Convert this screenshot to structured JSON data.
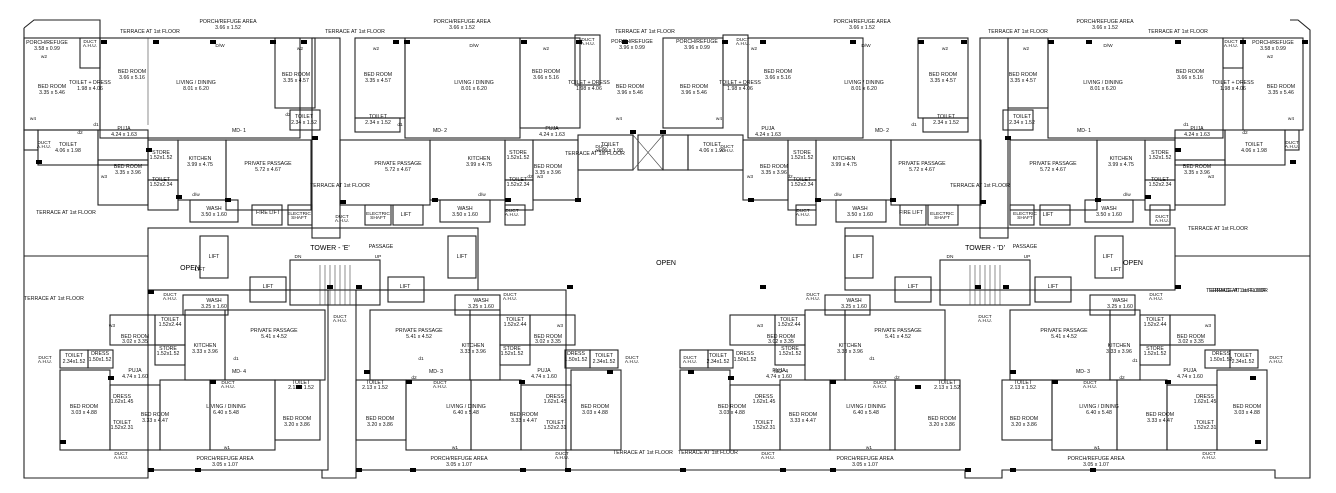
{
  "labels": [
    {
      "t": "TERRACE AT 1st FLOOR"
    },
    {
      "t": "PORCH/REFUGE AREA"
    },
    {
      "t": "3.66 x 1.52"
    },
    {
      "t": "TERRACE AT 1st FLOOR"
    },
    {
      "t": "PORCH/REFUGE AREA"
    },
    {
      "t": "3.66 x 1.52"
    },
    {
      "t": "TERRACE AT 1st FLOOR"
    },
    {
      "t": "PORCH/REFUGE AREA"
    },
    {
      "t": "3.66 x 1.52"
    },
    {
      "t": "TERRACE AT 1st FLOOR"
    },
    {
      "t": "PORCH/REFUGE AREA"
    },
    {
      "t": "3.66 x 1.52"
    },
    {
      "t": "TERRACE AT 1st FLOOR"
    },
    {
      "t": "PORCH/REFUGE"
    },
    {
      "t": "3.58 x 0.99"
    },
    {
      "t": "PORCH/REFUGE"
    },
    {
      "t": "3.96 x 0.99"
    },
    {
      "t": "PORCH/REFUGE"
    },
    {
      "t": "3.96 x 0.99"
    },
    {
      "t": "PORCH/REFUGE"
    },
    {
      "t": "3.58 x 0.99"
    },
    {
      "t": "BED ROOM"
    },
    {
      "t": "3.35 x 5.46"
    },
    {
      "t": "BED ROOM"
    },
    {
      "t": "3.66 x 5.16"
    },
    {
      "t": "LIVING / DINING"
    },
    {
      "t": "8.01 x 6.20"
    },
    {
      "t": "BED ROOM"
    },
    {
      "t": "3.35 x 4.57"
    },
    {
      "t": "BED ROOM"
    },
    {
      "t": "3.35 x 4.57"
    },
    {
      "t": "LIVING / DINING"
    },
    {
      "t": "8.01 x 6.20"
    },
    {
      "t": "BED ROOM"
    },
    {
      "t": "3.66 x 5.16"
    },
    {
      "t": "BED ROOM"
    },
    {
      "t": "3.96 x 5.46"
    },
    {
      "t": "BED ROOM"
    },
    {
      "t": "3.96 x 5.46"
    },
    {
      "t": "BED ROOM"
    },
    {
      "t": "3.66 x 5.16"
    },
    {
      "t": "LIVING / DINING"
    },
    {
      "t": "8.01 x 6.20"
    },
    {
      "t": "BED ROOM"
    },
    {
      "t": "3.35 x 4.57"
    },
    {
      "t": "BED ROOM"
    },
    {
      "t": "3.35 x 4.57"
    },
    {
      "t": "LIVING / DINING"
    },
    {
      "t": "8.01 x 6.20"
    },
    {
      "t": "BED ROOM"
    },
    {
      "t": "3.66 x 5.16"
    },
    {
      "t": "BED ROOM"
    },
    {
      "t": "3.35 x 5.46"
    },
    {
      "t": "TOILET + DRESS"
    },
    {
      "t": "1.98 x 4.06"
    },
    {
      "t": "TOILET + DRESS"
    },
    {
      "t": "1.98 x 4.06"
    },
    {
      "t": "TOILET + DRESS"
    },
    {
      "t": "1.98 x 4.06"
    },
    {
      "t": "TOILET + DRESS"
    },
    {
      "t": "1.98 x 4.06"
    },
    {
      "t": "TOILET"
    },
    {
      "t": "2.34 x 1.52"
    },
    {
      "t": "TOILET"
    },
    {
      "t": "2.34 x 1.52"
    },
    {
      "t": "TOILET"
    },
    {
      "t": "2.34 x 1.52"
    },
    {
      "t": "TOILET"
    },
    {
      "t": "2.34 x 1.52"
    },
    {
      "t": "PUJA"
    },
    {
      "t": "4.24 x 1.63"
    },
    {
      "t": "PUJA"
    },
    {
      "t": "4.24 x 1.63"
    },
    {
      "t": "PUJA"
    },
    {
      "t": "4.24 x 1.63"
    },
    {
      "t": "PUJA"
    },
    {
      "t": "4.24 x 1.63"
    },
    {
      "t": "TOILET"
    },
    {
      "t": "4.06 x 1.98"
    },
    {
      "t": "TOILET"
    },
    {
      "t": "4.06 x 1.98"
    },
    {
      "t": "TOILET"
    },
    {
      "t": "4.06 x 1.98"
    },
    {
      "t": "TOILET"
    },
    {
      "t": "4.06 x 1.98"
    },
    {
      "t": "BED ROOM"
    },
    {
      "t": "3.35 x 3.96"
    },
    {
      "t": "BED ROOM"
    },
    {
      "t": "3.35 x 3.96"
    },
    {
      "t": "BED ROOM"
    },
    {
      "t": "3.35 x 3.96"
    },
    {
      "t": "BED ROOM"
    },
    {
      "t": "3.35 x 3.96"
    },
    {
      "t": "STORE"
    },
    {
      "t": "1.52x1.52"
    },
    {
      "t": "TOILET"
    },
    {
      "t": "1.52x2.34"
    },
    {
      "t": "STORE"
    },
    {
      "t": "1.52x1.52"
    },
    {
      "t": "TOILET"
    },
    {
      "t": "1.52x2.34"
    },
    {
      "t": "STORE"
    },
    {
      "t": "1.52x1.52"
    },
    {
      "t": "TOILET"
    },
    {
      "t": "1.52x2.34"
    },
    {
      "t": "STORE"
    },
    {
      "t": "1.52x1.52"
    },
    {
      "t": "TOILET"
    },
    {
      "t": "1.52x2.34"
    },
    {
      "t": "KITCHEN"
    },
    {
      "t": "3.99 x 4.75"
    },
    {
      "t": "KITCHEN"
    },
    {
      "t": "3.99 x 4.75"
    },
    {
      "t": "KITCHEN"
    },
    {
      "t": "3.99 x 4.75"
    },
    {
      "t": "KITCHEN"
    },
    {
      "t": "3.99 x 4.75"
    },
    {
      "t": "PRIVATE PASSAGE"
    },
    {
      "t": "5.72 x 4.67"
    },
    {
      "t": "PRIVATE PASSAGE"
    },
    {
      "t": "5.72 x 4.67"
    },
    {
      "t": "PRIVATE PASSAGE"
    },
    {
      "t": "5.72 x 4.67"
    },
    {
      "t": "PRIVATE PASSAGE"
    },
    {
      "t": "5.72 x 4.67"
    },
    {
      "t": "WASH"
    },
    {
      "t": "3.50 x 1.60"
    },
    {
      "t": "WASH"
    },
    {
      "t": "3.50 x 1.60"
    },
    {
      "t": "WASH"
    },
    {
      "t": "3.50 x 1.60"
    },
    {
      "t": "WASH"
    },
    {
      "t": "3.50 x 1.60"
    },
    {
      "t": "MD- 1"
    },
    {
      "t": "MD- 2"
    },
    {
      "t": "MD- 2"
    },
    {
      "t": "MD- 1"
    },
    {
      "t": "FIRE LIFT"
    },
    {
      "t": "LIFT"
    },
    {
      "t": "LIFT"
    },
    {
      "t": "FIRE LIFT"
    },
    {
      "t": "TERRACE AT 1st FLOOR"
    },
    {
      "t": "TERRACE AT 1st FLOOR"
    },
    {
      "t": "TERRACE AT 1st FLOOR"
    },
    {
      "t": "TERRACE AT 1st FLOOR"
    },
    {
      "t": "TERRACE AT 1st FLOOR"
    },
    {
      "t": "TERRACE AT 1st FLOOR"
    },
    {
      "t": "TOWER - 'E'"
    },
    {
      "t": "PASSAGE"
    },
    {
      "t": "TOWER - 'D'"
    },
    {
      "t": "PASSAGE"
    },
    {
      "t": "OPEN"
    },
    {
      "t": "OPEN"
    },
    {
      "t": "OPEN"
    },
    {
      "t": "LIFT"
    },
    {
      "t": "LIFT"
    },
    {
      "t": "LIFT"
    },
    {
      "t": "LIFT"
    },
    {
      "t": "LIFT"
    },
    {
      "t": "LIFT"
    },
    {
      "t": "LIFT"
    },
    {
      "t": "LIFT"
    },
    {
      "t": "LIFT"
    },
    {
      "t": "LIFT"
    },
    {
      "t": "WASH"
    },
    {
      "t": "3.25 x 1.60"
    },
    {
      "t": "WASH"
    },
    {
      "t": "3.25 x 1.60"
    },
    {
      "t": "WASH"
    },
    {
      "t": "3.25 x 1.60"
    },
    {
      "t": "WASH"
    },
    {
      "t": "3.25 x 1.60"
    },
    {
      "t": "TOILET"
    },
    {
      "t": "1.52x2.44"
    },
    {
      "t": "TOILET"
    },
    {
      "t": "1.52x2.44"
    },
    {
      "t": "TOILET"
    },
    {
      "t": "1.52x2.44"
    },
    {
      "t": "TOILET"
    },
    {
      "t": "1.52x2.44"
    },
    {
      "t": "BED ROOM"
    },
    {
      "t": "3.02 x 3.35"
    },
    {
      "t": "BED ROOM"
    },
    {
      "t": "3.02 x 3.35"
    },
    {
      "t": "BED ROOM"
    },
    {
      "t": "3.02 x 3.35"
    },
    {
      "t": "BED ROOM"
    },
    {
      "t": "3.02 x 3.35"
    },
    {
      "t": "KITCHEN"
    },
    {
      "t": "3.33 x 3.96"
    },
    {
      "t": "KITCHEN"
    },
    {
      "t": "3.33 x 3.96"
    },
    {
      "t": "KITCHEN"
    },
    {
      "t": "3.33 x 3.96"
    },
    {
      "t": "KITCHEN"
    },
    {
      "t": "3.33 x 3.96"
    },
    {
      "t": "PRIVATE PASSAGE"
    },
    {
      "t": "5.41 x 4.52"
    },
    {
      "t": "PRIVATE PASSAGE"
    },
    {
      "t": "5.41 x 4.52"
    },
    {
      "t": "PRIVATE PASSAGE"
    },
    {
      "t": "5.41 x 4.52"
    },
    {
      "t": "PRIVATE PASSAGE"
    },
    {
      "t": "5.41 x 4.52"
    },
    {
      "t": "STORE"
    },
    {
      "t": "1.52x1.52"
    },
    {
      "t": "STORE"
    },
    {
      "t": "1.52x1.52"
    },
    {
      "t": "STORE"
    },
    {
      "t": "1.52x1.52"
    },
    {
      "t": "STORE"
    },
    {
      "t": "1.52x1.52"
    },
    {
      "t": "TOILET"
    },
    {
      "t": "2.34x1.52"
    },
    {
      "t": "TOILET"
    },
    {
      "t": "2.34x1.52"
    },
    {
      "t": "TOILET"
    },
    {
      "t": "2.34x1.52"
    },
    {
      "t": "TOILET"
    },
    {
      "t": "2.34x1.52"
    },
    {
      "t": "DRESS"
    },
    {
      "t": "1.50x1.52"
    },
    {
      "t": "DRESS"
    },
    {
      "t": "1.50x1.52"
    },
    {
      "t": "DRESS"
    },
    {
      "t": "1.50x1.52"
    },
    {
      "t": "DRESS"
    },
    {
      "t": "1.50x1.52"
    },
    {
      "t": "PUJA"
    },
    {
      "t": "4.74 x 1.60"
    },
    {
      "t": "PUJA"
    },
    {
      "t": "4.74 x 1.60"
    },
    {
      "t": "PUJA"
    },
    {
      "t": "4.74 x 1.60"
    },
    {
      "t": "PUJA"
    },
    {
      "t": "4.74 x 1.60"
    },
    {
      "t": "MD- 4"
    },
    {
      "t": "MD- 3"
    },
    {
      "t": "MD- 4"
    },
    {
      "t": "MD- 3"
    },
    {
      "t": "TOILET"
    },
    {
      "t": "2.13 x 1.52"
    },
    {
      "t": "TOILET"
    },
    {
      "t": "2.13 x 1.52"
    },
    {
      "t": "TOILET"
    },
    {
      "t": "2.13 x 1.52"
    },
    {
      "t": "TOILET"
    },
    {
      "t": "2.13 x 1.52"
    },
    {
      "t": "BED ROOM"
    },
    {
      "t": "3.03 x 4.88"
    },
    {
      "t": "BED ROOM"
    },
    {
      "t": "3.03 x 4.88"
    },
    {
      "t": "BED ROOM"
    },
    {
      "t": "3.03 x 4.88"
    },
    {
      "t": "BED ROOM"
    },
    {
      "t": "3.03 x 4.88"
    },
    {
      "t": "DRESS"
    },
    {
      "t": "1.62x1.45"
    },
    {
      "t": "DRESS"
    },
    {
      "t": "1.62x1.45"
    },
    {
      "t": "DRESS"
    },
    {
      "t": "1.62x1.45"
    },
    {
      "t": "DRESS"
    },
    {
      "t": "1.62x1.45"
    },
    {
      "t": "TOILET"
    },
    {
      "t": "1.52x2.31"
    },
    {
      "t": "TOILET"
    },
    {
      "t": "1.52x2.31"
    },
    {
      "t": "TOILET"
    },
    {
      "t": "1.52x2.31"
    },
    {
      "t": "TOILET"
    },
    {
      "t": "1.52x2.31"
    },
    {
      "t": "BED ROOM"
    },
    {
      "t": "3.33 x 4.47"
    },
    {
      "t": "BED ROOM"
    },
    {
      "t": "3.33 x 4.47"
    },
    {
      "t": "BED ROOM"
    },
    {
      "t": "3.33 x 4.47"
    },
    {
      "t": "BED ROOM"
    },
    {
      "t": "3.33 x 4.47"
    },
    {
      "t": "LIVING / DINING"
    },
    {
      "t": "6.40 x 5.48"
    },
    {
      "t": "LIVING / DINING"
    },
    {
      "t": "6.40 x 5.48"
    },
    {
      "t": "LIVING / DINING"
    },
    {
      "t": "6.40 x 5.48"
    },
    {
      "t": "LIVING / DINING"
    },
    {
      "t": "6.40 x 5.48"
    },
    {
      "t": "BED ROOM"
    },
    {
      "t": "3.20 x 3.86"
    },
    {
      "t": "BED ROOM"
    },
    {
      "t": "3.20 x 3.86"
    },
    {
      "t": "BED ROOM"
    },
    {
      "t": "3.20 x 3.86"
    },
    {
      "t": "BED ROOM"
    },
    {
      "t": "3.20 x 3.86"
    },
    {
      "t": "PORCH/REFUGE AREA"
    },
    {
      "t": "3.05 x 1.07"
    },
    {
      "t": "PORCH/REFUGE AREA"
    },
    {
      "t": "3.05 x 1.07"
    },
    {
      "t": "PORCH/REFUGE AREA"
    },
    {
      "t": "3.05 x 1.07"
    },
    {
      "t": "PORCH/REFUGE AREA"
    },
    {
      "t": "3.05 x 1.07"
    },
    {
      "t": "TERRACE AT 1st FLOOR"
    },
    {
      "t": "TERRACE AT 1st FLOOR"
    },
    {
      "t": "TERRACE AT 1st FLOOR"
    },
    {
      "t": "TERRACE AT 1st FLOOR"
    }
  ],
  "small_labels": [
    {
      "t": "DUCT A.H.U."
    },
    {
      "t": "DUCT A.H.U."
    },
    {
      "t": "DUCT A.H.U."
    },
    {
      "t": "DUCT A.H.U."
    },
    {
      "t": "DUCT A.H.U."
    },
    {
      "t": "DUCT A.H.U."
    },
    {
      "t": "DUCT A.H.U."
    },
    {
      "t": "DUCT A.H.U."
    },
    {
      "t": "ELECTRIC SHAFT"
    },
    {
      "t": "ELECTRIC SHAFT"
    },
    {
      "t": "ELECTRIC SHAFT"
    },
    {
      "t": "ELECTRIC SHAFT"
    },
    {
      "t": "DUCT A.H.U."
    },
    {
      "t": "DUCT A.H.U."
    },
    {
      "t": "DUCT A.H.U."
    },
    {
      "t": "DUCT A.H.U."
    },
    {
      "t": "DUCT A.H.U."
    },
    {
      "t": "DUCT A.H.U."
    },
    {
      "t": "DUCT A.H.U."
    },
    {
      "t": "DUCT A.H.U."
    },
    {
      "t": "DUCT A.H.U."
    },
    {
      "t": "DUCT A.H.U."
    },
    {
      "t": "DUCT A.H.U."
    },
    {
      "t": "DUCT A.H.U."
    },
    {
      "t": "DUCT A.H.U."
    },
    {
      "t": "DUCT A.H.U."
    },
    {
      "t": "DUCT A.H.U."
    },
    {
      "t": "DUCT A.H.U."
    },
    {
      "t": "DUCT A.H.U."
    },
    {
      "t": "DUCT A.H.U."
    },
    {
      "t": "DUCT A.H.U."
    },
    {
      "t": "DUCT A.H.U."
    },
    {
      "t": "DUCT A.H.U."
    },
    {
      "t": "DUCT A.H.U."
    }
  ],
  "marks": [
    {
      "t": "D/W"
    },
    {
      "t": "D/W"
    },
    {
      "t": "D/W"
    },
    {
      "t": "D/W"
    },
    {
      "t": "w2"
    },
    {
      "t": "w2"
    },
    {
      "t": "w2"
    },
    {
      "t": "w2"
    },
    {
      "t": "w2"
    },
    {
      "t": "w2"
    },
    {
      "t": "w2"
    },
    {
      "t": "w2"
    },
    {
      "t": "w4"
    },
    {
      "t": "w4"
    },
    {
      "t": "w4"
    },
    {
      "t": "w4"
    },
    {
      "t": "w3"
    },
    {
      "t": "w3"
    },
    {
      "t": "w3"
    },
    {
      "t": "w3"
    },
    {
      "t": "w3"
    },
    {
      "t": "w3"
    },
    {
      "t": "w3"
    },
    {
      "t": "w3"
    },
    {
      "t": "w1"
    },
    {
      "t": "w1"
    },
    {
      "t": "w1"
    },
    {
      "t": "w1"
    },
    {
      "t": "d1"
    },
    {
      "t": "d1"
    },
    {
      "t": "d1"
    },
    {
      "t": "d1"
    },
    {
      "t": "d1"
    },
    {
      "t": "d1"
    },
    {
      "t": "d1"
    },
    {
      "t": "d1"
    },
    {
      "t": "d2"
    },
    {
      "t": "d2"
    },
    {
      "t": "d2"
    },
    {
      "t": "d2"
    },
    {
      "t": "d2"
    },
    {
      "t": "d2"
    },
    {
      "t": "d2"
    },
    {
      "t": "d2"
    },
    {
      "t": "d/w"
    },
    {
      "t": "d/w"
    },
    {
      "t": "d/w"
    },
    {
      "t": "d/w"
    },
    {
      "t": "DN"
    },
    {
      "t": "UP"
    },
    {
      "t": "DN"
    },
    {
      "t": "UP"
    }
  ]
}
